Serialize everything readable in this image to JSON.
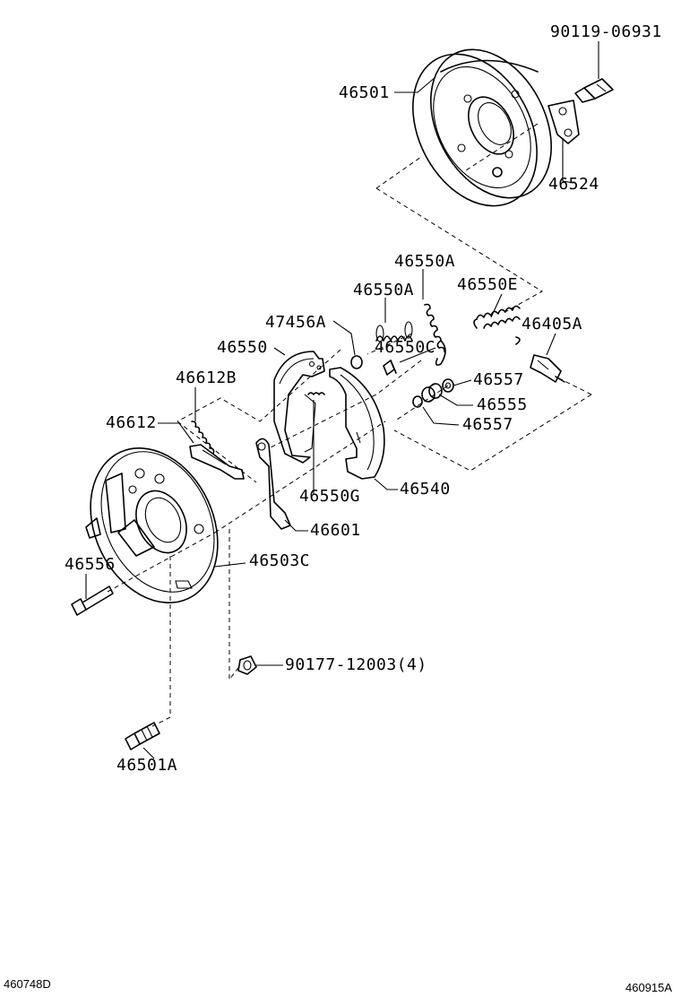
{
  "labels": {
    "p90119": "90119-06931",
    "p46501": "46501",
    "p46524": "46524",
    "p46550A_1": "46550A",
    "p46550A_2": "46550A",
    "p46550E": "46550E",
    "p47456A": "47456A",
    "p46405A": "46405A",
    "p46550": "46550",
    "p46550C": "46550C",
    "p46557_1": "46557",
    "p46612B": "46612B",
    "p46555": "46555",
    "p46557_2": "46557",
    "p46612": "46612",
    "p46540": "46540",
    "p46550G": "46550G",
    "p46601": "46601",
    "p46556": "46556",
    "p46503C": "46503C",
    "p90177": "90177-12003(4)",
    "p46501A": "46501A"
  },
  "footer": {
    "left_code": "460748D",
    "right_code": "460915A"
  }
}
